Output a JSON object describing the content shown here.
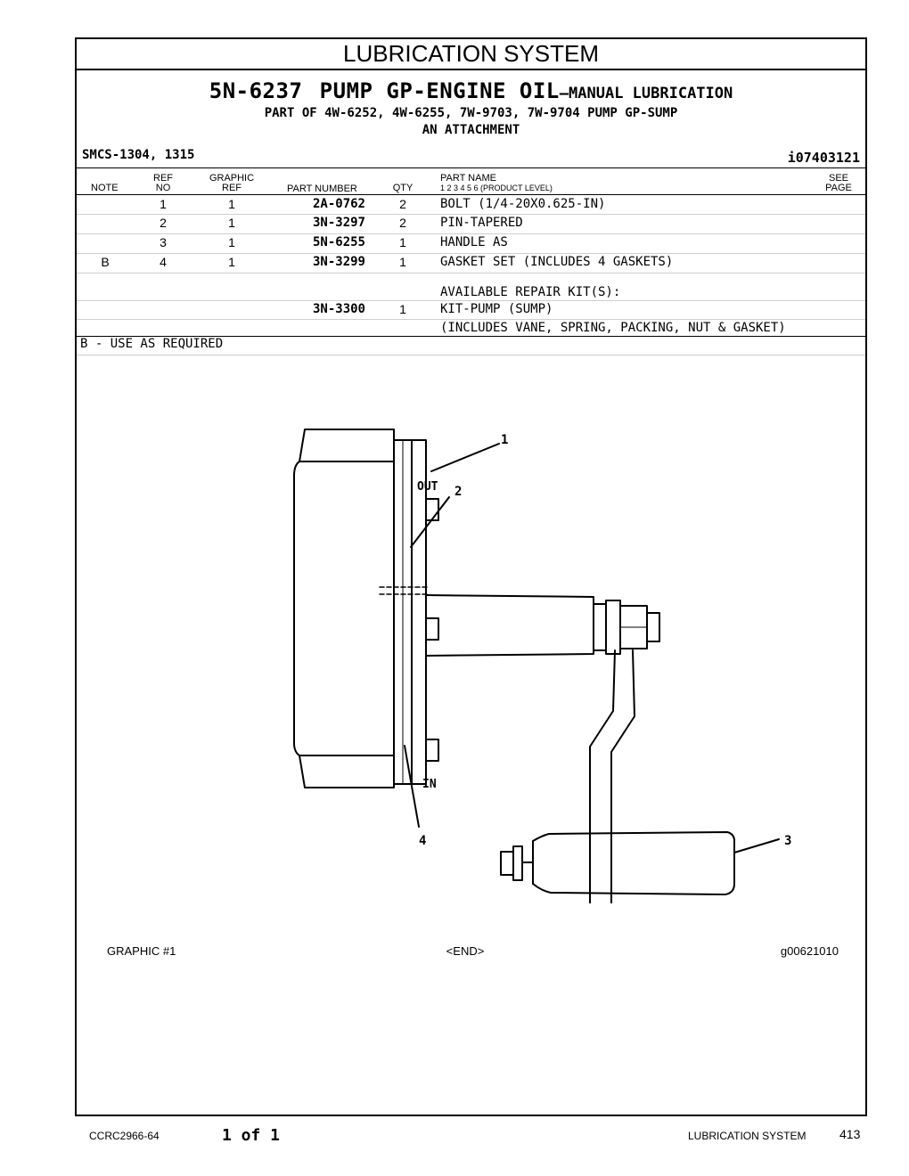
{
  "header": {
    "band_title": "LUBRICATION SYSTEM",
    "part_no": "5N-6237",
    "title_main": "PUMP GP-ENGINE OIL",
    "title_dash": "—",
    "title_suffix": "MANUAL LUBRICATION",
    "part_of": "PART OF 4W-6252, 4W-6255, 7W-9703, 7W-9704 PUMP GP-SUMP",
    "attachment": "AN ATTACHMENT",
    "smcs": "SMCS-1304, 1315",
    "doc_id": "i07403121"
  },
  "columns": {
    "note": "NOTE",
    "ref_top": "REF",
    "ref_bottom": "NO",
    "graphic_top": "GRAPHIC",
    "graphic_bottom": "REF",
    "part_number": "PART NUMBER",
    "qty": "QTY",
    "part_name": "PART NAME",
    "levels": "1   2   3   4   5   6   (PRODUCT LEVEL)",
    "see_top": "SEE",
    "see_bottom": "PAGE"
  },
  "rows": [
    {
      "note": "",
      "ref": "1",
      "graphic": "1",
      "part": "2A-0762",
      "qty": "2",
      "name": "BOLT (1/4-20X0.625-IN)"
    },
    {
      "note": "",
      "ref": "2",
      "graphic": "1",
      "part": "3N-3297",
      "qty": "2",
      "name": "PIN-TAPERED"
    },
    {
      "note": "",
      "ref": "3",
      "graphic": "1",
      "part": "5N-6255",
      "qty": "1",
      "name": "HANDLE AS"
    },
    {
      "note": "B",
      "ref": "4",
      "graphic": "1",
      "part": "3N-3299",
      "qty": "1",
      "name": "GASKET SET (INCLUDES 4 GASKETS)"
    }
  ],
  "repair_kits": {
    "heading": "AVAILABLE REPAIR KIT(S):",
    "part": "3N-3300",
    "qty": "1",
    "name": "KIT-PUMP (SUMP)",
    "includes": "(INCLUDES VANE, SPRING, PACKING, NUT & GASKET)"
  },
  "footnote": "B - USE AS REQUIRED",
  "drawing": {
    "label_out": "OUT",
    "label_in": "IN",
    "callouts": [
      "1",
      "2",
      "3",
      "4"
    ]
  },
  "captions": {
    "graphic": "GRAPHIC #1",
    "end": "<END>",
    "graphic_id": "g00621010"
  },
  "footer": {
    "doc": "CCRC2966-64",
    "pages": "1 of 1",
    "section": "LUBRICATION SYSTEM",
    "page_no": "413"
  }
}
